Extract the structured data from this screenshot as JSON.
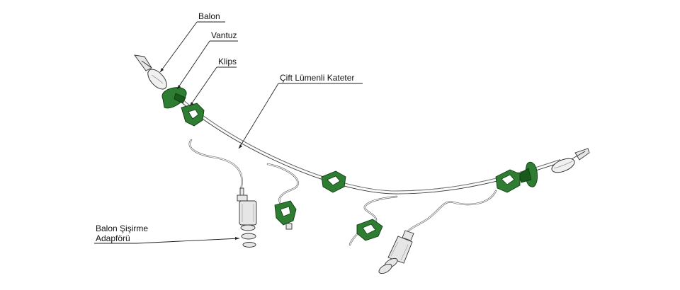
{
  "labels": {
    "balon": "Balon",
    "vantuz": "Vantuz",
    "klips": "Klips",
    "kateter": "Çift Lümenli Kateter",
    "adaptor_line1": "Balon Şişirme",
    "adaptor_line2": "Adapförü"
  },
  "colors": {
    "green": "#2f7d32",
    "green_dark": "#175a1c",
    "outline": "#333333",
    "background": "#ffffff"
  }
}
